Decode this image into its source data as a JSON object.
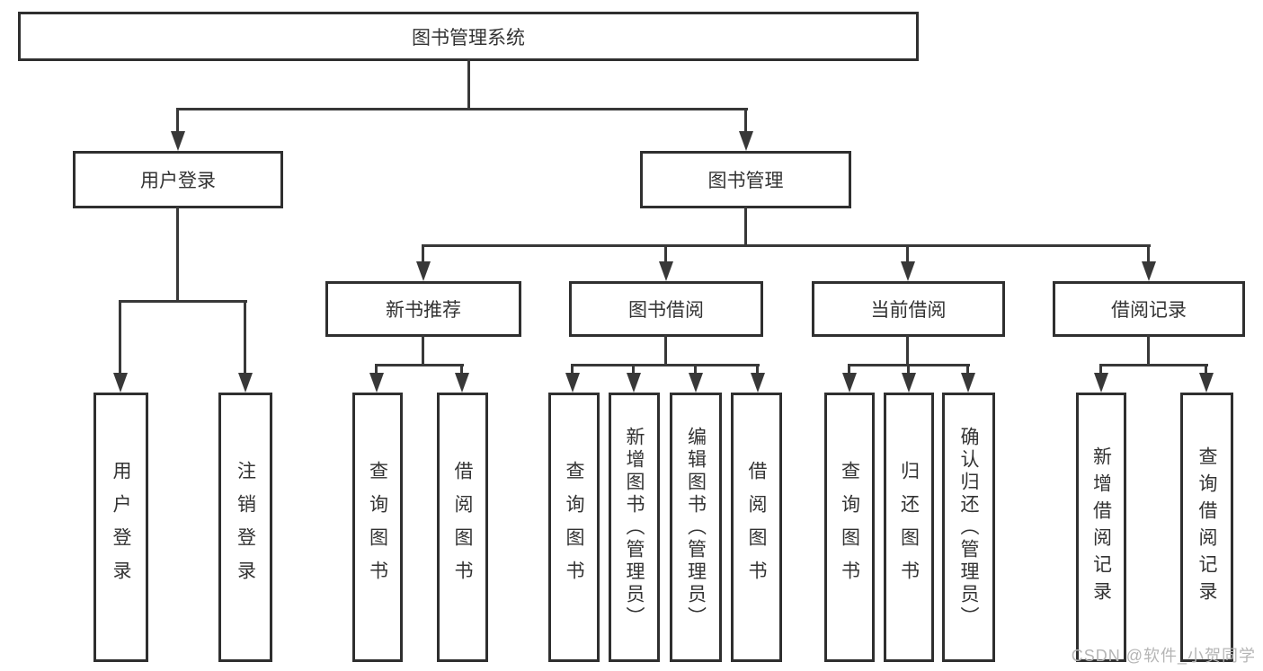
{
  "diagram_title": "图书管理系统",
  "nodes": {
    "root": "图书管理系统",
    "user_login": "用户登录",
    "book_management": "图书管理",
    "new_book_recommendation": "新书推荐",
    "book_borrowing": "图书借阅",
    "current_borrowing": "当前借阅",
    "borrowing_records": "借阅记录",
    "leaf_user_login": "用户登录",
    "leaf_logout": "注销登录",
    "leaf_query_books_1": "查询图书",
    "leaf_borrow_books_1": "借阅图书",
    "leaf_query_books_2": "查询图书",
    "leaf_add_books_admin": "新增图书（管理员）",
    "leaf_edit_books_admin": "编辑图书（管理员）",
    "leaf_borrow_books_2": "借阅图书",
    "leaf_query_books_3": "查询图书",
    "leaf_return_books": "归还图书",
    "leaf_confirm_return_admin": "确认归还（管理员）",
    "leaf_add_borrow_record": "新增借阅记录",
    "leaf_query_borrow_record": "查询借阅记录"
  },
  "watermark": "CSDN @软件_小贺同学",
  "colors": {
    "line": "#383838",
    "box_border": "#2f2f2f",
    "text": "#333333",
    "box_fill": "#ffffff",
    "background": "#ffffff",
    "watermark": "#b5b5b5"
  }
}
